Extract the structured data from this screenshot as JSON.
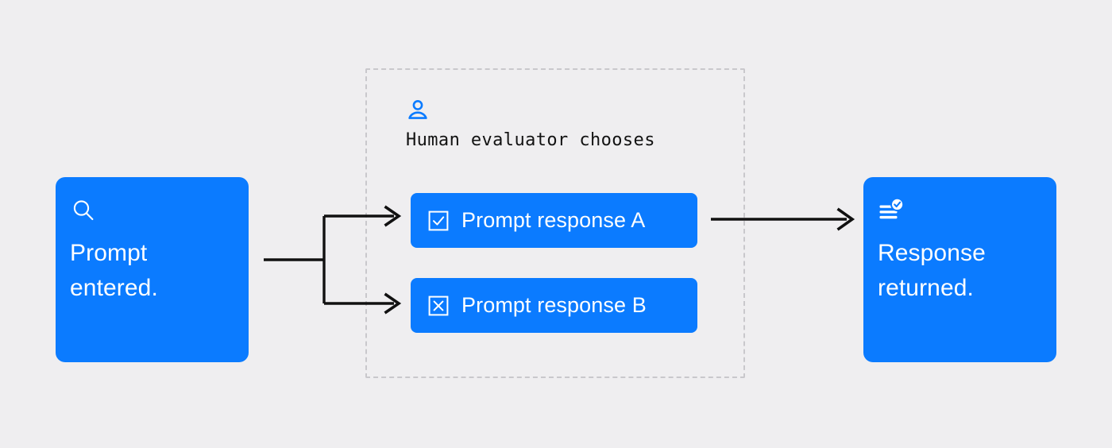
{
  "theme": {
    "background": "#efeef0",
    "accent_blue": "#0b7bff",
    "card_text": "#ffffff",
    "dark_text": "#121212",
    "dashed_border": "#c9c8cc",
    "connector": "#111111"
  },
  "left_card": {
    "icon": "search-icon",
    "text": "Prompt\nentered."
  },
  "evaluator": {
    "icon": "person-icon",
    "label": "Human evaluator chooses"
  },
  "options": [
    {
      "id": "a",
      "icon": "checkbox-checked-icon",
      "label": "Prompt response A",
      "selected": true
    },
    {
      "id": "b",
      "icon": "checkbox-crossed-icon",
      "label": "Prompt response B",
      "selected": false
    }
  ],
  "right_card": {
    "icon": "document-check-icon",
    "text": "Response\nreturned."
  },
  "connectors": {
    "split_arrow_name": "split-arrow-to-options",
    "output_arrow_name": "arrow-to-response"
  }
}
